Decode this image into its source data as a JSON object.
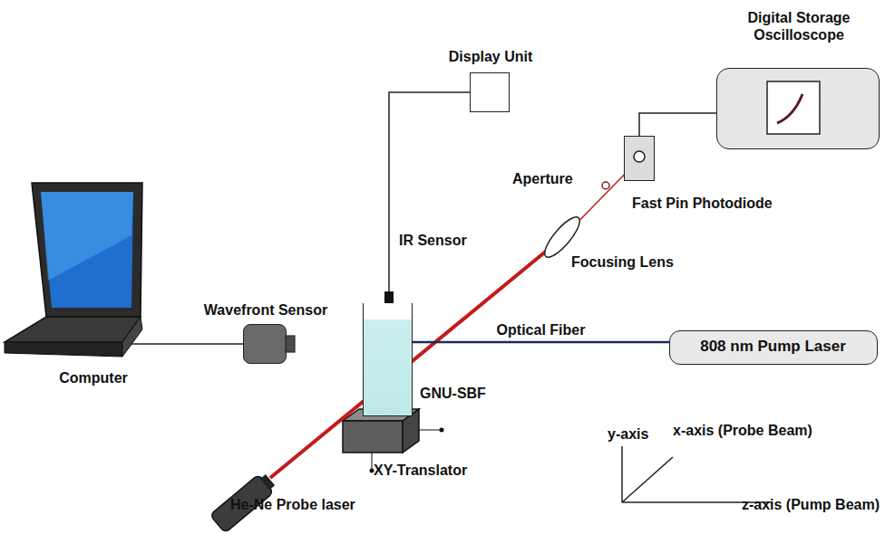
{
  "diagram": {
    "nodes": [
      {
        "text": [
          "Display Unit"
        ]
      },
      {
        "text": [
          "Digital Storage Oscilloscope"
        ]
      },
      {
        "text": [
          "Fast Pin Photodiode"
        ]
      },
      {
        "text": [
          "IR Sensor"
        ]
      },
      {
        "text": [
          "Wavefront Sensor"
        ]
      },
      {
        "text": [
          "Computer"
        ]
      },
      {
        "text": [
          "GNU-SBF"
        ]
      },
      {
        "text": [
          "808 nm Pump Laser"
        ]
      }
    ],
    "edges": [
      {
        "from": 0,
        "to": 3,
        "arrow": "none"
      },
      {
        "from": 2,
        "to": 1,
        "arrow": "none"
      },
      {
        "from": 5,
        "to": 4,
        "arrow": "none"
      },
      {
        "from": 7,
        "to": 6,
        "label": "Optical Fiber",
        "arrow": "none"
      }
    ],
    "labels": [
      "Aperture",
      "Focusing Lens",
      "XY-Translator",
      "He-Ne Probe laser",
      "y-axis",
      "x-axis (Probe Beam)",
      "z-axis (Pump Beam)"
    ]
  }
}
